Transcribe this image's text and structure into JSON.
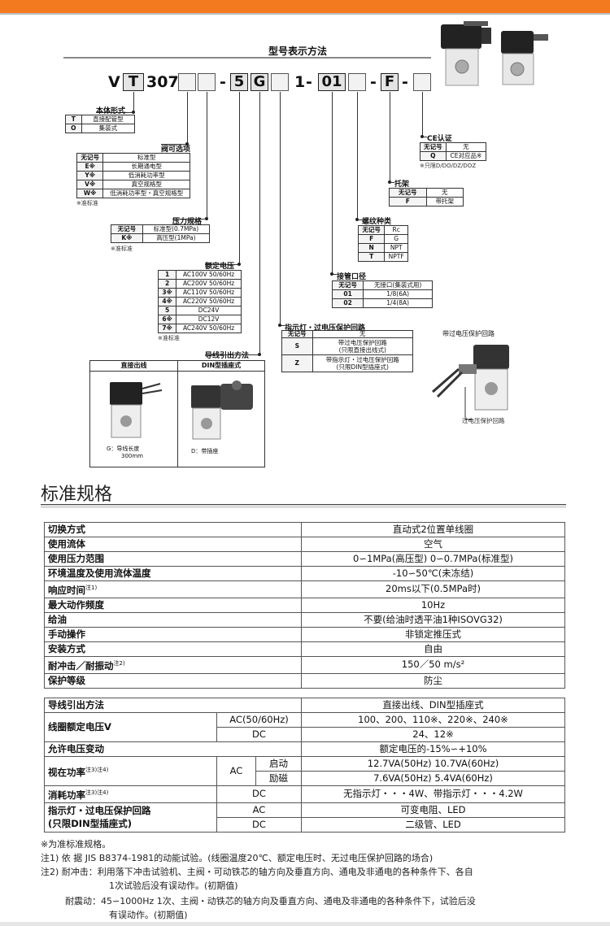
{
  "model_section": {
    "title": "型号表示方法",
    "code": {
      "v": "V",
      "t": "T",
      "num": "307",
      "five": "5",
      "g": "G",
      "one": "1",
      "zero_one": "01",
      "f": "F",
      "dash": "-"
    }
  },
  "body_form": {
    "label": "本体形式",
    "rows": [
      [
        "T",
        "直接配管型"
      ],
      [
        "O",
        "集装式"
      ]
    ]
  },
  "valve_option": {
    "label": "阀可选项",
    "rows": [
      [
        "无记号",
        "标准型"
      ],
      [
        "E※",
        "长期通电型"
      ],
      [
        "Y※",
        "低消耗功率型"
      ],
      [
        "V※",
        "真空规格型"
      ],
      [
        "W※",
        "低消耗功率型・真空规格型"
      ]
    ],
    "note": "※准标准"
  },
  "pressure_spec": {
    "label": "压力规格",
    "rows": [
      [
        "无记号",
        "标准型(0.7MPa)"
      ],
      [
        "K※",
        "高压型(1MPa)"
      ]
    ],
    "note": "※准标准"
  },
  "rated_voltage": {
    "label": "额定电压",
    "rows": [
      [
        "1",
        "AC100V 50/60Hz"
      ],
      [
        "2",
        "AC200V 50/60Hz"
      ],
      [
        "3※",
        "AC110V 50/60Hz"
      ],
      [
        "4※",
        "AC220V 50/60Hz"
      ],
      [
        "5",
        "DC24V"
      ],
      [
        "6※",
        "DC12V"
      ],
      [
        "7※",
        "AC240V 50/60Hz"
      ]
    ],
    "note": "※准标准"
  },
  "wire_method": {
    "label": "导线引出方法",
    "col1": "直接出线",
    "col2": "DIN型插座式",
    "cap1a": "G：导线长度",
    "cap1b": "300mm",
    "cap2": "D：带插座"
  },
  "indicator": {
    "label": "指示灯・过电压保护回路",
    "rows": [
      [
        "无记号",
        "无",
        ""
      ],
      [
        "S",
        "带过电压保护回路",
        "(只限直接出线式)"
      ],
      [
        "Z",
        "带指示灯・过电压保护回路",
        "(只限DIN型插座式)"
      ]
    ]
  },
  "port_size": {
    "label": "接管口径",
    "rows": [
      [
        "无记号",
        "无接口(集装式用)"
      ],
      [
        "01",
        "1/8(6A)"
      ],
      [
        "02",
        "1/4(8A)"
      ]
    ]
  },
  "thread_type": {
    "label": "螺纹种类",
    "rows": [
      [
        "无记号",
        "Rc"
      ],
      [
        "F",
        "G"
      ],
      [
        "N",
        "NPT"
      ],
      [
        "T",
        "NPTF"
      ]
    ]
  },
  "bracket": {
    "label": "托架",
    "rows": [
      [
        "无记号",
        "无"
      ],
      [
        "F",
        "带托架"
      ]
    ]
  },
  "ce": {
    "label": "CE认证",
    "rows": [
      [
        "无记号",
        "无"
      ],
      [
        "Q",
        "CE对应品※"
      ]
    ],
    "note": "※只限D/DO/DZ/DOZ"
  },
  "protect_image": {
    "title": "带过电压保护回路",
    "caption": "过电压保护回路"
  },
  "spec_section": {
    "title": "标准规格",
    "table1": [
      [
        "切换方式",
        "直动式2位置单线圈"
      ],
      [
        "使用流体",
        "空气"
      ],
      [
        "使用压力范围",
        "0∽1MPa(高压型) 0∽0.7MPa(标准型)"
      ],
      [
        "环境温度及使用流体温度",
        "-10∽50℃(未冻结)"
      ],
      [
        "响应时间",
        "20ms以下(0.5MPa时)"
      ],
      [
        "最大动作频度",
        "10Hz"
      ],
      [
        "给油",
        "不要(给油时透平油1种ISOVG32)"
      ],
      [
        "手动操作",
        "非锁定推压式"
      ],
      [
        "安装方式",
        "自由"
      ],
      [
        "耐冲击／耐振动",
        "150／50 m/s²"
      ],
      [
        "保护等级",
        "防尘"
      ]
    ],
    "note1": "注1)",
    "note2": "注2)",
    "note34": "注3)注4)",
    "t2": {
      "wire_label": "导线引出方法",
      "wire_value": "直接出线、DIN型插座式",
      "coil_label": "线圈额定电压V",
      "coil_ac": "AC(50/60Hz)",
      "coil_ac_value": "100、200、110※、220※、240※",
      "coil_dc": "DC",
      "coil_dc_value": "24、12※",
      "fluct_label": "允许电压变动",
      "fluct_value": "额定电压的-15%∽+10%",
      "apparent_label": "视在功率",
      "ac": "AC",
      "start": "启动",
      "start_value": "12.7VA(50Hz)  10.7VA(60Hz)",
      "excite": "励磁",
      "excite_value": "7.6VA(50Hz)  5.4VA(60Hz)",
      "power_label": "消耗功率",
      "dc": "DC",
      "power_value": "无指示灯・・・4W、带指示灯・・・4.2W",
      "ind_label1": "指示灯・过电压保护回路",
      "ind_label2": "(只限DIN型插座式)",
      "ind_ac_value": "可变电阻、LED",
      "ind_dc_value": "二级管、LED"
    },
    "footnotes": [
      "※为准标准规格。",
      "注1) 依 据 JIS B8374-1981的动能试验。(线圈温度20℃、额定电压时、无过电压保护回路的场合)",
      "注2) 耐冲击：利用落下冲击试验机、主阀・可动铁芯的轴方向及垂直方向、通电及非通电的各种条件下、各自",
      "1次试验后没有误动作。(初期值)",
      "耐震动：45∽1000Hz  1次、主阀・动铁芯的轴方向及垂直方向、通电及非通电的各种条件下，试验后没",
      "有误动作。(初期值)"
    ]
  }
}
